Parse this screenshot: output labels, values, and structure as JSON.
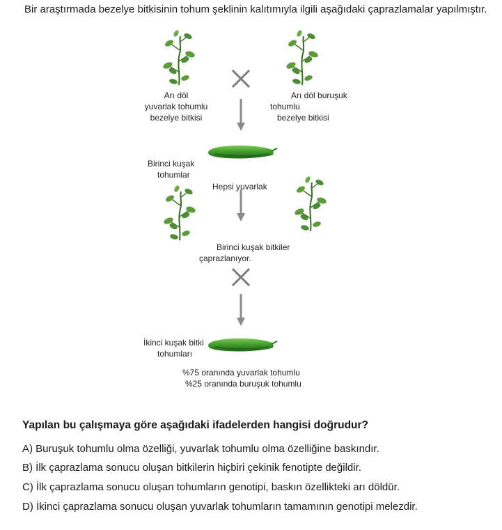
{
  "intro": "Bir araştırmada bezelye bitkisinin tohum şeklinin kalıtımıyla ilgili aşağıdaki çaprazlamalar yapılmıştır.",
  "diagram": {
    "parent_left": [
      "Arı döl",
      "yuvarlak tohumlu",
      "bezelye bitkisi"
    ],
    "parent_right": [
      "Arı döl buruşuk",
      "tohumlu",
      "bezelye bitkisi"
    ],
    "f1_seeds": [
      "Birinci kuşak",
      "tohumlar"
    ],
    "f1_result": "Hepsi yuvarlak",
    "f1_cross": [
      "Birinci kuşak bitkiler",
      "çaprazlanıyor."
    ],
    "f2_seeds": [
      "İkinci kuşak bitki",
      "tohumları"
    ],
    "f2_result": [
      "%75 oranında yuvarlak tohumlu",
      "%25 oranında buruşuk tohumlu"
    ]
  },
  "question": "Yapılan bu çalışmaya göre aşağıdaki ifadelerden hangisi doğrudur?",
  "options": [
    {
      "letter": "A)",
      "text": "Buruşuk tohumlu olma özelliği, yuvarlak tohumlu olma özelliğine baskındır."
    },
    {
      "letter": "B)",
      "text": "İlk çaprazlama sonucu oluşan bitkilerin hiçbiri çekinik fenotipte değildir."
    },
    {
      "letter": "C)",
      "text": "İlk çaprazlama sonucu oluşan tohumların genotipi, baskın özellikteki arı döldür."
    },
    {
      "letter": "D)",
      "text": "İkinci çaprazlama sonucu oluşan yuvarlak tohumların tamamının genotipi melezdir."
    }
  ],
  "colors": {
    "plant": "#4f8a34",
    "plant_dark": "#2f5e1f",
    "pod": "#3f9a2a",
    "arrow": "#8a8a8a"
  }
}
